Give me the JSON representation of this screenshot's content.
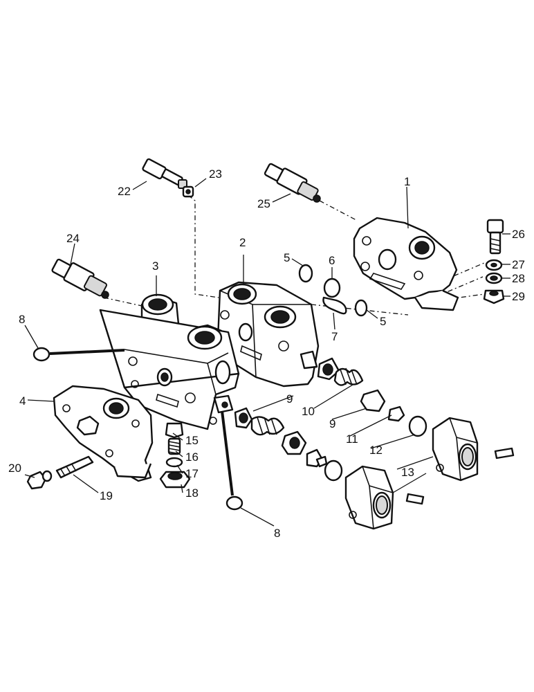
{
  "callouts": {
    "c1": "1",
    "c2": "2",
    "c3": "3",
    "c4": "4",
    "c5a": "5",
    "c5b": "5",
    "c6": "6",
    "c7": "7",
    "c8a": "8",
    "c8b": "8",
    "c9a": "9",
    "c9b": "9",
    "c10": "10",
    "c11": "11",
    "c12": "12",
    "c13": "13",
    "c15": "15",
    "c16": "16",
    "c17": "17",
    "c18": "18",
    "c19": "19",
    "c20": "20",
    "c22": "22",
    "c23": "23",
    "c24": "24",
    "c25": "25",
    "c26": "26",
    "c27": "27",
    "c28": "28",
    "c29": "29"
  },
  "colors": {
    "ink": "#111111",
    "paper": "#ffffff"
  }
}
